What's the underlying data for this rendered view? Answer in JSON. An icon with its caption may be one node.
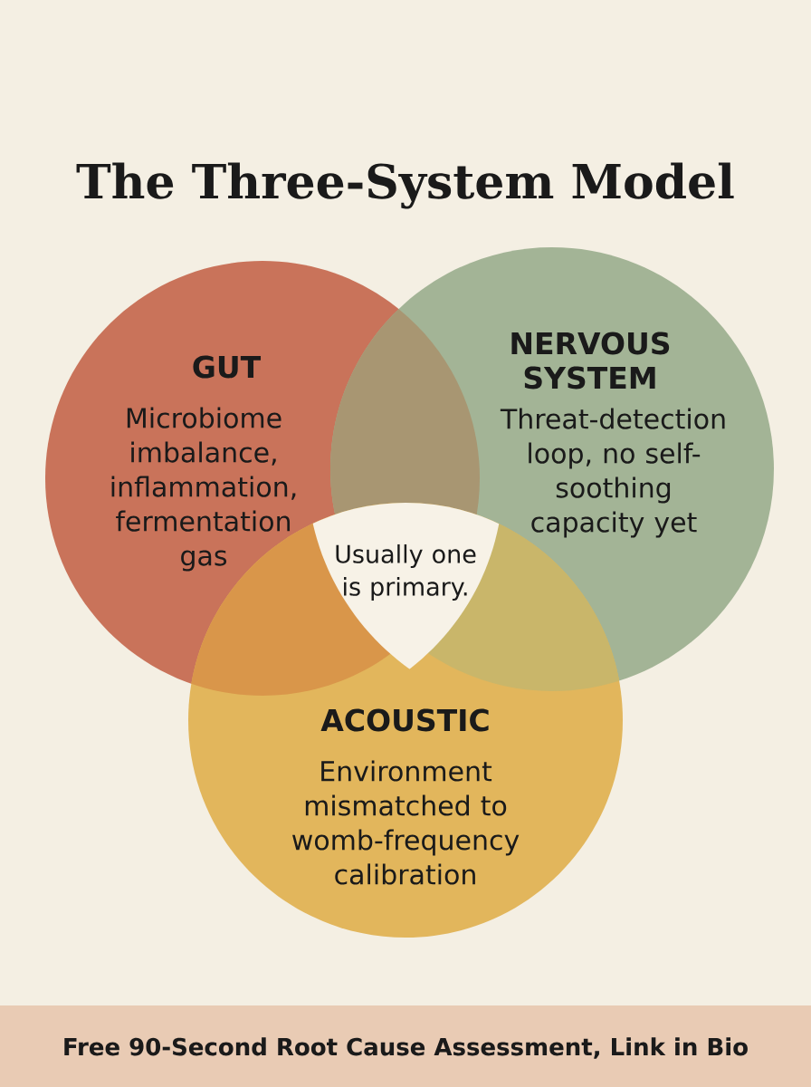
{
  "diagram": {
    "title": "The Three-System Model",
    "nodes": [
      {
        "text": [
          "GUT",
          "Microbiome imbalance, inflammation, fermentation gas"
        ]
      },
      {
        "text": [
          "NERVOUS SYSTEM",
          "Threat-detection loop, no self-soothing capacity yet"
        ]
      },
      {
        "text": [
          "ACOUSTIC",
          "Environment mismatched to womb-frequency calibration"
        ]
      },
      {
        "text": [
          "Usually one is primary."
        ]
      },
      {
        "text": [
          "Free 90-Second Root Cause Assessment, Link in Bio"
        ]
      }
    ]
  }
}
